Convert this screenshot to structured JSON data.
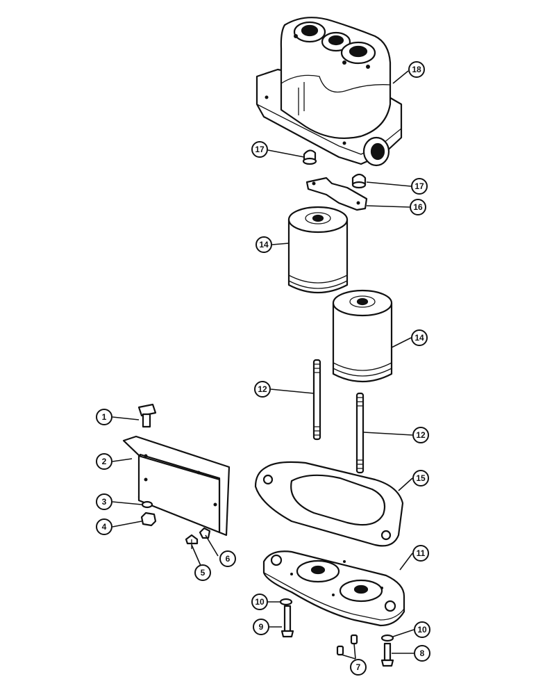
{
  "diagram": {
    "callouts": [
      {
        "id": "c1",
        "label": "1"
      },
      {
        "id": "c2",
        "label": "2"
      },
      {
        "id": "c3",
        "label": "3"
      },
      {
        "id": "c4",
        "label": "4"
      },
      {
        "id": "c5",
        "label": "5"
      },
      {
        "id": "c6",
        "label": "6"
      },
      {
        "id": "c7",
        "label": "7"
      },
      {
        "id": "c8",
        "label": "8"
      },
      {
        "id": "c9",
        "label": "9"
      },
      {
        "id": "c10a",
        "label": "10"
      },
      {
        "id": "c10b",
        "label": "10"
      },
      {
        "id": "c11",
        "label": "11"
      },
      {
        "id": "c12a",
        "label": "12"
      },
      {
        "id": "c12b",
        "label": "12"
      },
      {
        "id": "c14a",
        "label": "14"
      },
      {
        "id": "c14b",
        "label": "14"
      },
      {
        "id": "c15",
        "label": "15"
      },
      {
        "id": "c16",
        "label": "16"
      },
      {
        "id": "c17a",
        "label": "17"
      },
      {
        "id": "c17b",
        "label": "17"
      },
      {
        "id": "c18",
        "label": "18"
      }
    ]
  }
}
